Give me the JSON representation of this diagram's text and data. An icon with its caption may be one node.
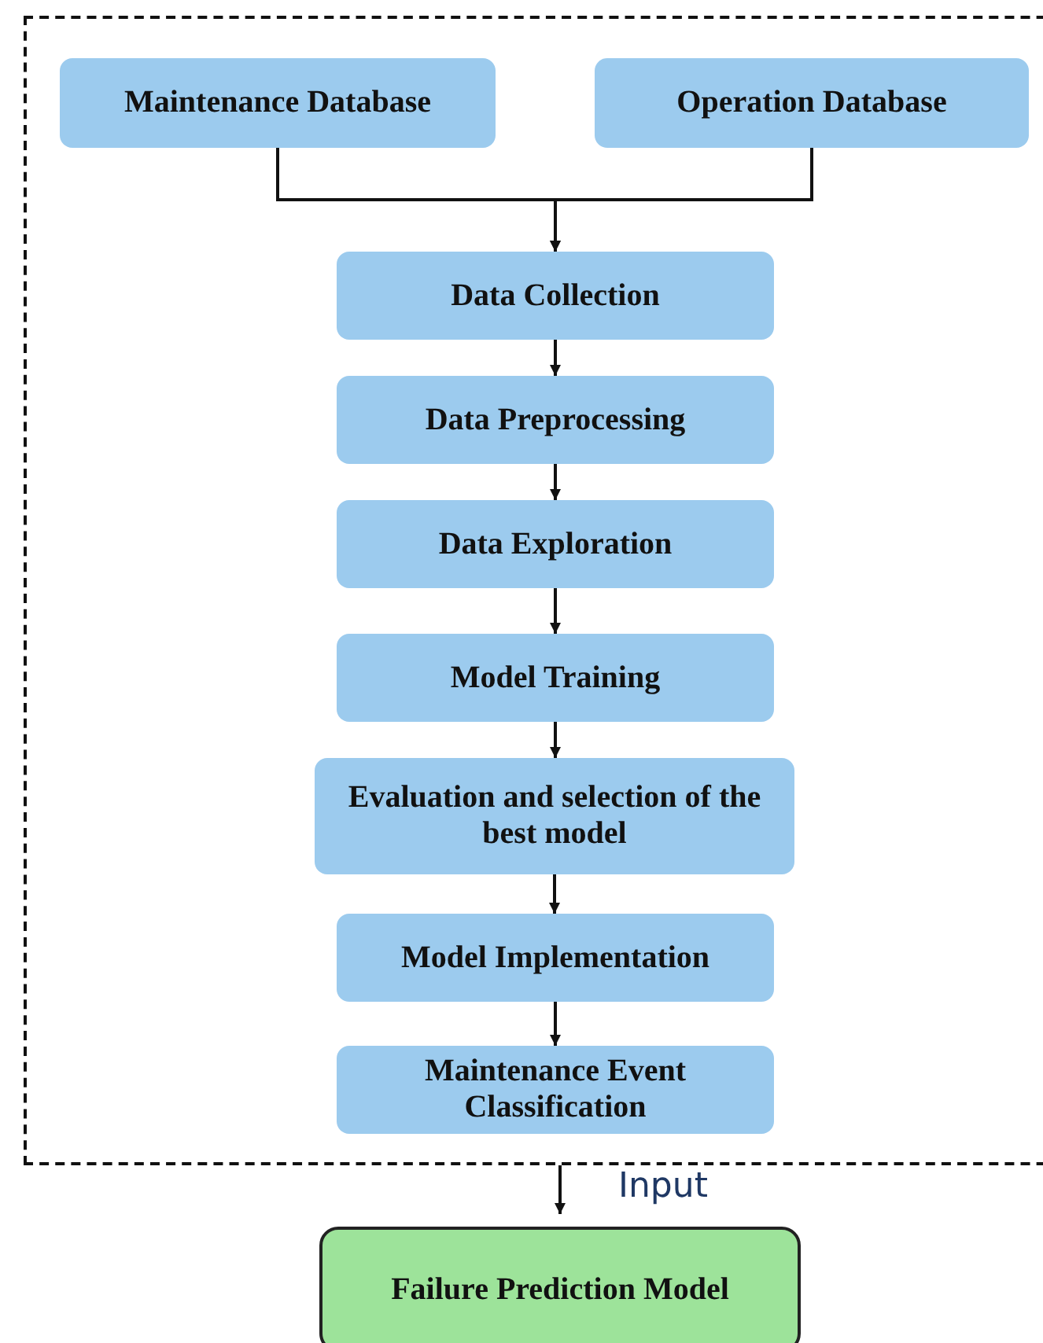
{
  "diagram": {
    "nodes": [
      {
        "text": [],
        "shape": "box"
      },
      {
        "text": [
          "Maintenance Database"
        ],
        "in": 0
      },
      {
        "text": [
          "Operation Database"
        ],
        "in": 0
      },
      {
        "text": [
          "Data Collection"
        ],
        "in": 0
      },
      {
        "text": [
          "Data Preprocessing"
        ],
        "in": 0
      },
      {
        "text": [
          "Data Exploration"
        ],
        "in": 0
      },
      {
        "text": [
          "Model Training"
        ],
        "in": 0
      },
      {
        "text": [
          "Evaluation and selection of the best model"
        ],
        "in": 0
      },
      {
        "text": [
          "Model Implementation"
        ],
        "in": 0
      },
      {
        "text": [
          "Maintenance Event Classification"
        ],
        "in": 0
      },
      {
        "text": [
          "Failure Prediction Model"
        ]
      }
    ],
    "edges": [
      {
        "from": 1,
        "to": 3,
        "arrow": "to"
      },
      {
        "from": 2,
        "to": 3,
        "arrow": "to"
      },
      {
        "from": 3,
        "to": 4,
        "arrow": "to"
      },
      {
        "from": 4,
        "to": 5,
        "arrow": "to"
      },
      {
        "from": 5,
        "to": 6,
        "arrow": "to"
      },
      {
        "from": 6,
        "to": 7,
        "arrow": "to"
      },
      {
        "from": 7,
        "to": 8,
        "arrow": "to"
      },
      {
        "from": 8,
        "to": 9,
        "arrow": "to"
      },
      {
        "from": 0,
        "to": 10,
        "arrow": "to",
        "label": "Input"
      }
    ]
  }
}
